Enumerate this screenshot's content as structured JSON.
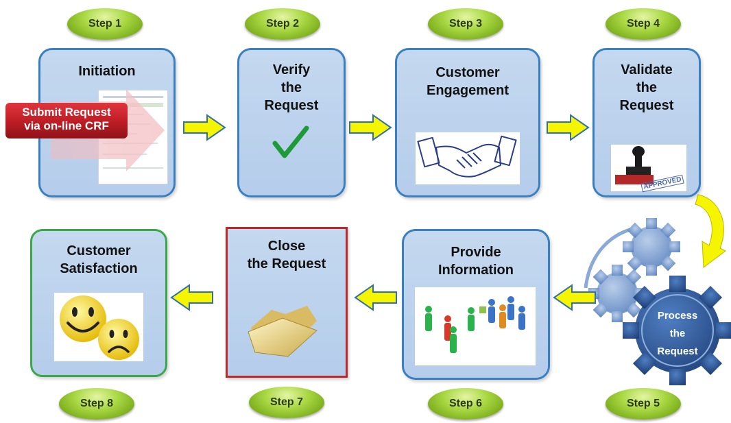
{
  "steps": {
    "s1": {
      "label": "Step 1",
      "title": "Initiation"
    },
    "s2": {
      "label": "Step 2",
      "title_lines": [
        "Verify",
        "the",
        "Request"
      ]
    },
    "s3": {
      "label": "Step 3",
      "title_lines": [
        "Customer",
        "Engagement"
      ]
    },
    "s4": {
      "label": "Step 4",
      "title_lines": [
        "Validate",
        "the",
        "Request"
      ]
    },
    "s5": {
      "label": "Step 5",
      "title_lines": [
        "Process",
        "the",
        "Request"
      ]
    },
    "s6": {
      "label": "Step 6",
      "title_lines": [
        "Provide",
        "Information"
      ]
    },
    "s7": {
      "label": "Step 7",
      "title_lines": [
        "Close",
        "the Request"
      ]
    },
    "s8": {
      "label": "Step 8",
      "title_lines": [
        "Customer",
        "Satisfaction"
      ]
    }
  },
  "submit_banner": {
    "lines": [
      "Submit Request",
      "via on-line CRF"
    ]
  },
  "stamp_text": "APPROVED",
  "colors": {
    "step_pill": "#8cc63f",
    "box_fill": "#b8d0ec",
    "box_border": "#3a7fc0",
    "green_border": "#3aa84a",
    "red_border": "#c0262a",
    "arrow": "#f5f500",
    "gear": "#4a78b8"
  }
}
